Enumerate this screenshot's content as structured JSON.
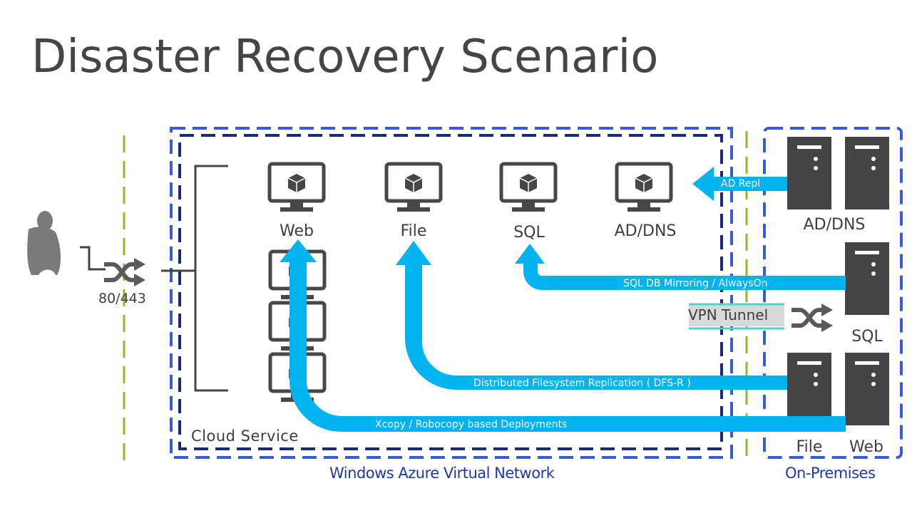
{
  "title": "Disaster Recovery Scenario",
  "colors": {
    "accent": "#00b4ef",
    "server": "#444444",
    "monitor": "#474747",
    "azure_border": "#3a5bd9",
    "cloud_border": "#1a2a7a",
    "divider": "#8cbd27",
    "network_label": "#1f3aa3"
  },
  "cloud": {
    "vms": [
      {
        "label": "Web",
        "icon": "vm-monitor-icon"
      },
      {
        "label": "File",
        "icon": "vm-monitor-icon"
      },
      {
        "label": "SQL",
        "icon": "vm-monitor-icon"
      },
      {
        "label": "AD/DNS",
        "icon": "vm-monitor-icon"
      }
    ],
    "service_label": "Cloud Service"
  },
  "client": {
    "icon": "user-icon",
    "port_label": "80/443",
    "switch_icon": "crossed-arrows-icon"
  },
  "onprem": {
    "ad_label": "AD/DNS",
    "sql_label": "SQL",
    "file_label": "File",
    "web_label": "Web",
    "server_icon": "server-tower-icon"
  },
  "flows": {
    "ad_repl": "AD Repl",
    "sql_mirror": "SQL DB Mirroring / AlwaysOn",
    "vpn": "VPN Tunnel",
    "dfsr": "Distributed Filesystem Replication ( DFS-R )",
    "xcopy": "Xcopy / Robocopy based Deployments"
  },
  "networks": {
    "azure": "Windows Azure Virtual Network",
    "onprem": "On-Premises"
  }
}
